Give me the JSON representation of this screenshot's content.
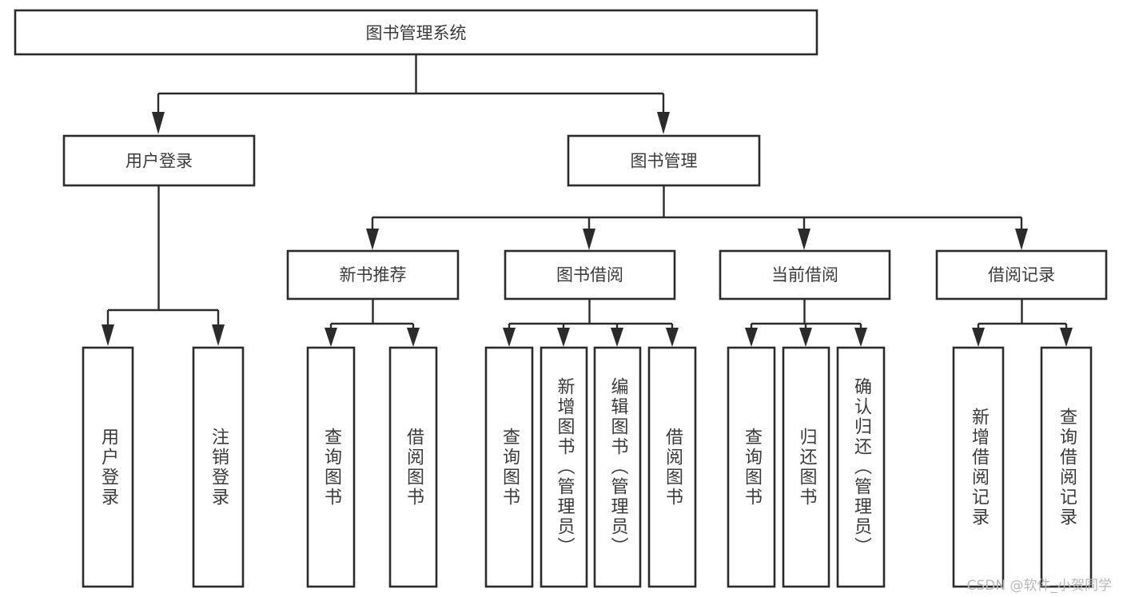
{
  "diagram": {
    "title": "图书管理系统",
    "type": "tree",
    "colors": {
      "background": "#ffffff",
      "box_stroke": "#2b2b2b",
      "box_fill": "#ffffff",
      "text": "#3a3a3a",
      "connector": "#2b2b2b",
      "watermark": "#b8b8b8"
    },
    "root": {
      "label": "图书管理系统",
      "orientation": "horizontal"
    },
    "level2": [
      {
        "label": "用户登录",
        "orientation": "horizontal"
      },
      {
        "label": "图书管理",
        "orientation": "horizontal"
      }
    ],
    "level3": [
      {
        "label": "新书推荐",
        "orientation": "horizontal",
        "parent": "图书管理"
      },
      {
        "label": "图书借阅",
        "orientation": "horizontal",
        "parent": "图书管理"
      },
      {
        "label": "当前借阅",
        "orientation": "horizontal",
        "parent": "图书管理"
      },
      {
        "label": "借阅记录",
        "orientation": "horizontal",
        "parent": "图书管理"
      }
    ],
    "leaves": {
      "user_login": [
        {
          "label": "用户登录",
          "orientation": "vertical"
        },
        {
          "label": "注销登录",
          "orientation": "vertical"
        }
      ],
      "new_book_recommend": [
        {
          "label": "查询图书",
          "orientation": "vertical"
        },
        {
          "label": "借阅图书",
          "orientation": "vertical"
        }
      ],
      "book_borrow": [
        {
          "label": "查询图书",
          "orientation": "vertical"
        },
        {
          "label": "新增图书（管理员）",
          "orientation": "vertical"
        },
        {
          "label": "编辑图书（管理员）",
          "orientation": "vertical"
        },
        {
          "label": "借阅图书",
          "orientation": "vertical"
        }
      ],
      "current_borrow": [
        {
          "label": "查询图书",
          "orientation": "vertical"
        },
        {
          "label": "归还图书",
          "orientation": "vertical"
        },
        {
          "label": "确认归还（管理员）",
          "orientation": "vertical"
        }
      ],
      "borrow_record": [
        {
          "label": "新增借阅记录",
          "orientation": "vertical"
        },
        {
          "label": "查询借阅记录",
          "orientation": "vertical"
        }
      ]
    },
    "watermark": "CSDN @软件_小贺同学"
  }
}
